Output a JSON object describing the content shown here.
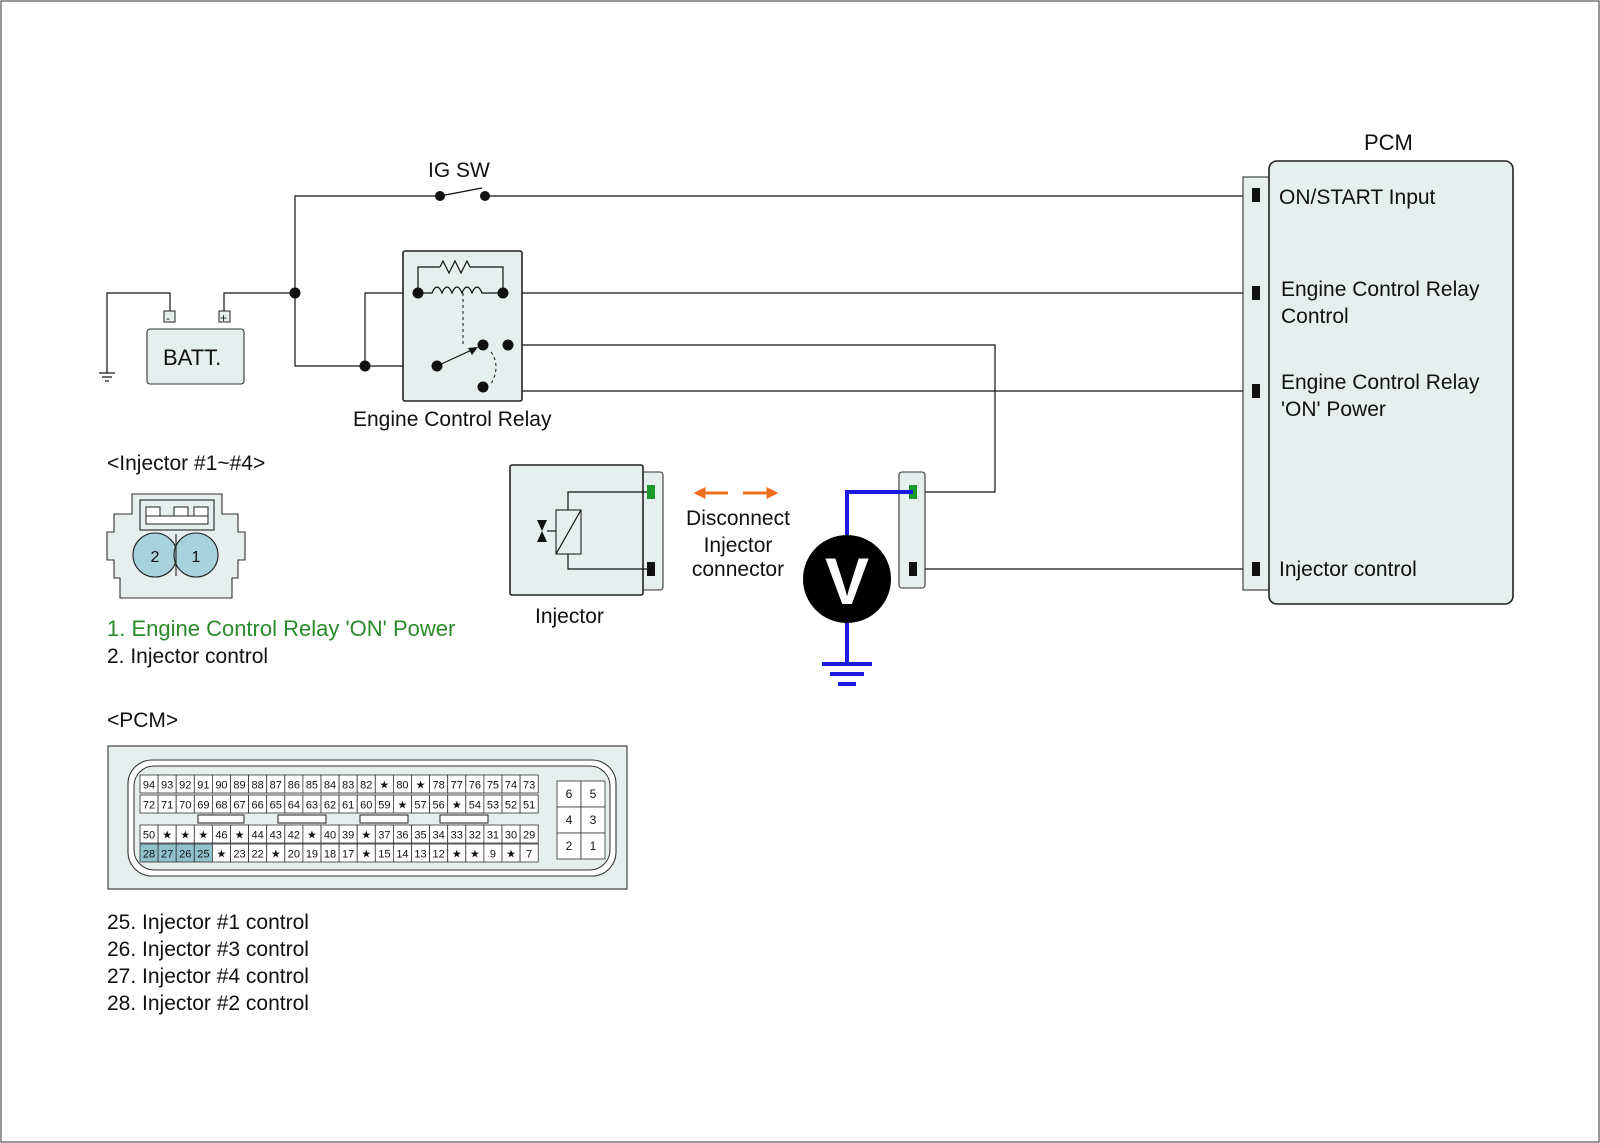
{
  "labels": {
    "ig_sw": "IG SW",
    "pcm": "PCM",
    "batt": "BATT.",
    "batt_minus": "-",
    "batt_plus": "+",
    "relay": "Engine Control Relay",
    "injector_section": "<Injector #1~#4>",
    "injector": "Injector",
    "disconnect_1": "Disconnect",
    "disconnect_2": "Injector",
    "disconnect_3": "connector",
    "voltmeter": "V",
    "pcm_section": "<PCM>"
  },
  "pcm_pins": [
    {
      "line1": "ON/START Input",
      "line2": ""
    },
    {
      "line1": "Engine Control Relay",
      "line2": "Control"
    },
    {
      "line1": "Engine Control Relay",
      "line2": "'ON' Power"
    },
    {
      "line1": "Injector control",
      "line2": ""
    }
  ],
  "injector_connector": {
    "pins": [
      "2",
      "1"
    ],
    "legend": [
      "1. Engine Control Relay 'ON' Power",
      "2. Injector control"
    ]
  },
  "pcm_connector": {
    "rows": [
      [
        "94",
        "93",
        "92",
        "91",
        "90",
        "89",
        "88",
        "87",
        "86",
        "85",
        "84",
        "83",
        "82",
        "★",
        "80",
        "★",
        "78",
        "77",
        "76",
        "75",
        "74",
        "73"
      ],
      [
        "72",
        "71",
        "70",
        "69",
        "68",
        "67",
        "66",
        "65",
        "64",
        "63",
        "62",
        "61",
        "60",
        "59",
        "★",
        "57",
        "56",
        "★",
        "54",
        "53",
        "52",
        "51"
      ],
      [
        "50",
        "★",
        "★",
        "★",
        "46",
        "★",
        "44",
        "43",
        "42",
        "★",
        "40",
        "39",
        "★",
        "37",
        "36",
        "35",
        "34",
        "33",
        "32",
        "31",
        "30",
        "29"
      ],
      [
        "28",
        "27",
        "26",
        "25",
        "★",
        "23",
        "22",
        "★",
        "20",
        "19",
        "18",
        "17",
        "★",
        "15",
        "14",
        "13",
        "12",
        "★",
        "★",
        "9",
        "★",
        "7"
      ]
    ],
    "small_block": [
      [
        "6",
        "5"
      ],
      [
        "4",
        "3"
      ],
      [
        "2",
        "1"
      ]
    ],
    "highlighted": [
      "28",
      "27",
      "26",
      "25"
    ],
    "legend": [
      "25. Injector #1 control",
      "26. Injector #3 control",
      "27. Injector #4 control",
      "28. Injector #2 control"
    ]
  },
  "colors": {
    "line": "#111111",
    "panel_fill": "#e7eeee",
    "pin_fill": "#a9d3dc",
    "highlight_fill": "#8fc2cd",
    "legend_green": "#2a8a2a",
    "terminal_green": "#1a9a2a",
    "probe_blue": "#1a1ae0",
    "arrow_orange": "#f07020"
  }
}
